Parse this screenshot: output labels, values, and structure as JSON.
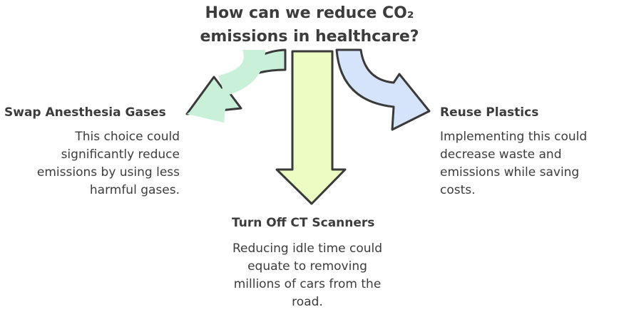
{
  "title": {
    "line1": "How can we reduce CO₂",
    "line2": "emissions in healthcare?"
  },
  "options": {
    "left": {
      "title": "Swap Anesthesia Gases",
      "desc": [
        "This choice could",
        "significantly reduce",
        "emissions by using less",
        "harmful gases."
      ],
      "color": "#c9f0d9"
    },
    "center": {
      "title": "Turn Off CT Scanners",
      "desc": [
        "Reducing idle time could",
        "equate to removing",
        "millions of cars from the",
        "road."
      ],
      "color": "#ecfcc2"
    },
    "right": {
      "title": "Reuse Plastics",
      "desc": [
        "Implementing this could",
        "decrease waste and",
        "emissions while saving",
        "costs."
      ],
      "color": "#d6e4fb"
    }
  },
  "colors": {
    "stroke": "#3a3a3a",
    "text": "#3c3c3c"
  }
}
